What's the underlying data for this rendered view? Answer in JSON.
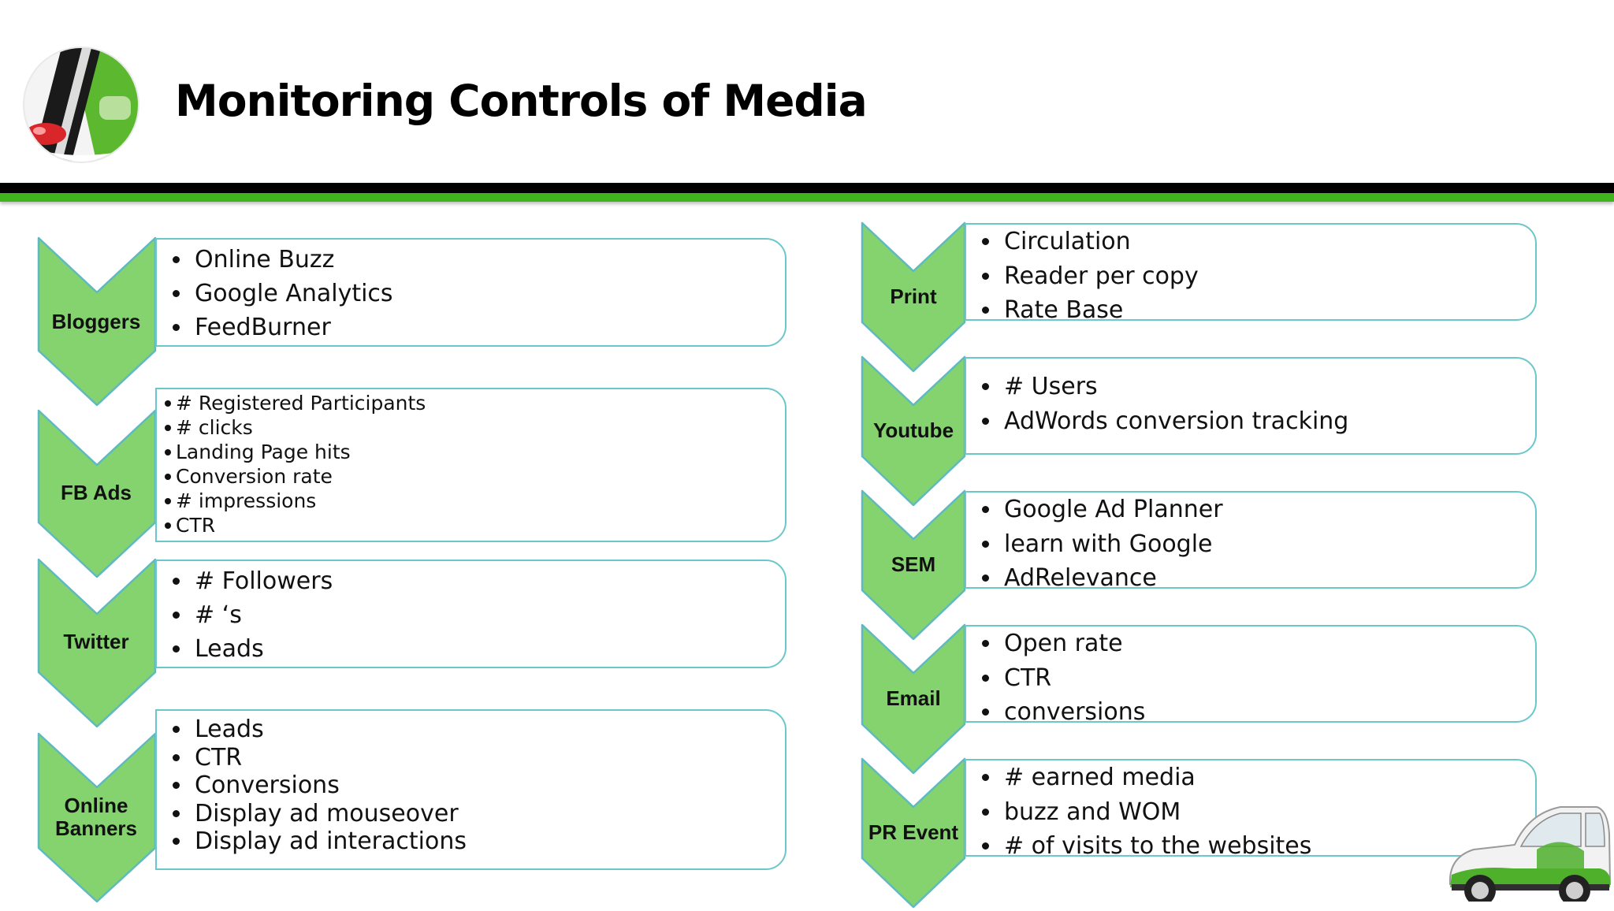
{
  "title": "Monitoring Controls of Media",
  "colors": {
    "accent_green": "#3fb41d",
    "chevron_fill": "#84d36e",
    "chevron_stroke": "#5fb9c0",
    "box_border": "#6cc7cb"
  },
  "left_column": [
    {
      "label": "Bloggers",
      "items": [
        "Online Buzz",
        "Google Analytics",
        "FeedBurner"
      ]
    },
    {
      "label": "FB Ads",
      "items": [
        "# Registered Participants",
        "# clicks",
        "Landing Page hits",
        "Conversion rate",
        "# impressions",
        "CTR"
      ]
    },
    {
      "label": "Twitter",
      "items": [
        "# Followers",
        "# ‘s",
        "Leads"
      ]
    },
    {
      "label_lines": [
        "Online",
        "Banners"
      ],
      "items": [
        "Leads",
        "CTR",
        "Conversions",
        "Display ad mouseover",
        "Display ad interactions"
      ]
    }
  ],
  "right_column": [
    {
      "label": "Print",
      "items": [
        "Circulation",
        "Reader per copy",
        "Rate Base"
      ]
    },
    {
      "label": "Youtube",
      "items": [
        "# Users",
        "AdWords conversion tracking"
      ]
    },
    {
      "label": "SEM",
      "items": [
        "Google Ad Planner",
        "learn with Google",
        "AdRelevance"
      ]
    },
    {
      "label": "Email",
      "items": [
        "Open rate",
        "CTR",
        "conversions"
      ]
    },
    {
      "label": "PR Event",
      "items": [
        "# earned media",
        "buzz and WOM",
        "# of visits to the websites"
      ]
    }
  ]
}
